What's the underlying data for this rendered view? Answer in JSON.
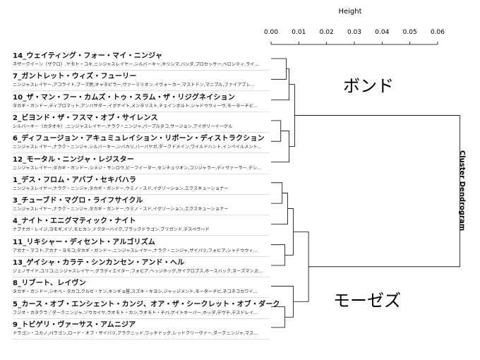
{
  "chart_data": {
    "type": "dendrogram",
    "title": "Cluster Dendrogram",
    "axis_label": "Height",
    "xticks": [
      "0.00",
      "0.01",
      "0.02",
      "0.03",
      "0.04",
      "0.05",
      "0.06"
    ],
    "xlim": [
      0,
      0.065
    ],
    "cluster_labels": [
      "ボンド",
      "モーゼズ"
    ],
    "leaves": [
      {
        "title": "14_ウェイティング・フォー・マイ・ニンジャ",
        "subtitle": "ネザークイーン（ザクロ）,ヤモト・コキ,ニンジャスレイヤー,シルバーキー,キリシマ,バシダ,プロセッサー,ベロシティ,ライ..."
      },
      {
        "title": "7_ガントレット・ウィズ・フューリー",
        "subtitle": "ニンジャスレイヤー,アコライト,ブーズ民,キャタピラー,ヴァーミリオン,イヴォーカー,マストドン,マニプル,ファイアブレ..."
      },
      {
        "title": "10_ザ・マン・フー・カムズ・トゥ・スラム・ザ・リジグネイション",
        "subtitle": "タカギ・ガンドー,ディプロマット,アンバサダー,イグナイト,メンタリスト,チェインボルト,シャドウウィーヴ,モーターチビ..."
      },
      {
        "title": "2_ビヨンド・ザ・フスマ・オブ・サイレンス",
        "subtitle": "シルバーキー（カタオキ）,ニンジャスレイヤー,ナラク・ニンジャ,パープルタコ,サージョン,アイボリーイーグル"
      },
      {
        "title": "6_ディフュージョン・アキュミュレイション・リボーン・ディストラクション",
        "subtitle": "ニンジャスレイヤー,ナラク・ニンジャ,シルバーキー,シバカリ,バーバヤガ,ダークドメイン,ワイルドハント,インペイルメント..."
      },
      {
        "title": "12_モータル・ニンジャ・レジスター",
        "subtitle": "ニンジャスレイヤー,タカギ・ガンドー,シメジ・サンロウ,ピーフイーター,センチュリオン,コンジャラー,ディヴァーラー,デシ..."
      },
      {
        "title": "1_デス・フロム・アバブ・セキバハラ",
        "subtitle": "ニンジャスレイヤー,ナラク・ニンジャ,タカギ・ガンドー,ウミノ・スド,イグゾーション,エクスキューショナー"
      },
      {
        "title": "3_チューブド・マグロ・ライフサイクル",
        "subtitle": "ニンジャスレイヤー,ナラク・ニンジャ,タカギ・ガンドー,ウミノ・スド,イグゾーション,エクスキューショナー"
      },
      {
        "title": "4_ナイト・エニグマティック・ナイト",
        "subtitle": "ナブナガ・レイジ,ヨモギ,イゾ,モヒカン,ドクターハイク,ブラックドラゴン,ブリガンド,デスペラード"
      },
      {
        "title": "11_リキシャー・ディセント・アルゴリズム",
        "subtitle": "アカナ・マコト,アカナ・ヨモコ,タカギ・ガンドー,ニンジャスレイヤー,ナラク・ニンジャ,ザイバツ,フォビア,シャドウウィ..."
      },
      {
        "title": "13_ゲイシャ・カラテ・シンカンセン・アンド・ヘル",
        "subtitle": "ジェノサイド,ユリコ,ニンジャスレイヤー,グラディエイター,フォビア,ヘッジホッグ,サイクロプス,ホースバック,ヌーズマン,E..."
      },
      {
        "title": "8_リブート、レイヴン",
        "subtitle": "タカギ・ガンドー,シキベ・タカコ,クルゼ・ケン,キンギョ屋,スズキ・キヨシ,ジャッジメント,モーターチビ,ネコネコカワイ..."
      },
      {
        "title": "5_カース・オブ・エンシェント・カンジ、オア・ザ・シークレット・オブ・ダーク",
        "subtitle": "フジオ・カタクラ／ダークニンジャ,ソウカイヤ,ラオモト・カン,ラオモト・チバ,ゲイトキーパー,ホッダ,デヴチ,デスドレイ..."
      },
      {
        "title": "9_トビゲリ・ヴァーサス・アムニジア",
        "subtitle": "ドラゴン・ユカノ,パラゴン,ロード・オブ・ザイバツ,アラクニッド,ワッチドッグ,レッドクリーヴァー,ダークニンジャ,マス..."
      }
    ],
    "merges": [
      {
        "a": "L0",
        "b": "L1",
        "height": 0.0055
      },
      {
        "a": "L2",
        "b": "M0",
        "height": 0.0065
      },
      {
        "a": "L3",
        "b": "L4",
        "height": 0.0035
      },
      {
        "a": "L5",
        "b": "M2",
        "height": 0.0065
      },
      {
        "a": "M1",
        "b": "M3",
        "height": 0.0085
      },
      {
        "a": "L6",
        "b": "L7",
        "height": 0.004
      },
      {
        "a": "L8",
        "b": "M5",
        "height": 0.006
      },
      {
        "a": "L9",
        "b": "L10",
        "height": 0.005
      },
      {
        "a": "M6",
        "b": "M7",
        "height": 0.008
      },
      {
        "a": "L12",
        "b": "L13",
        "height": 0.005
      },
      {
        "a": "L11",
        "b": "M9",
        "height": 0.008
      },
      {
        "a": "M8",
        "b": "M10",
        "height": 0.0135
      },
      {
        "a": "M4",
        "b": "M11",
        "height": 0.068
      }
    ]
  }
}
